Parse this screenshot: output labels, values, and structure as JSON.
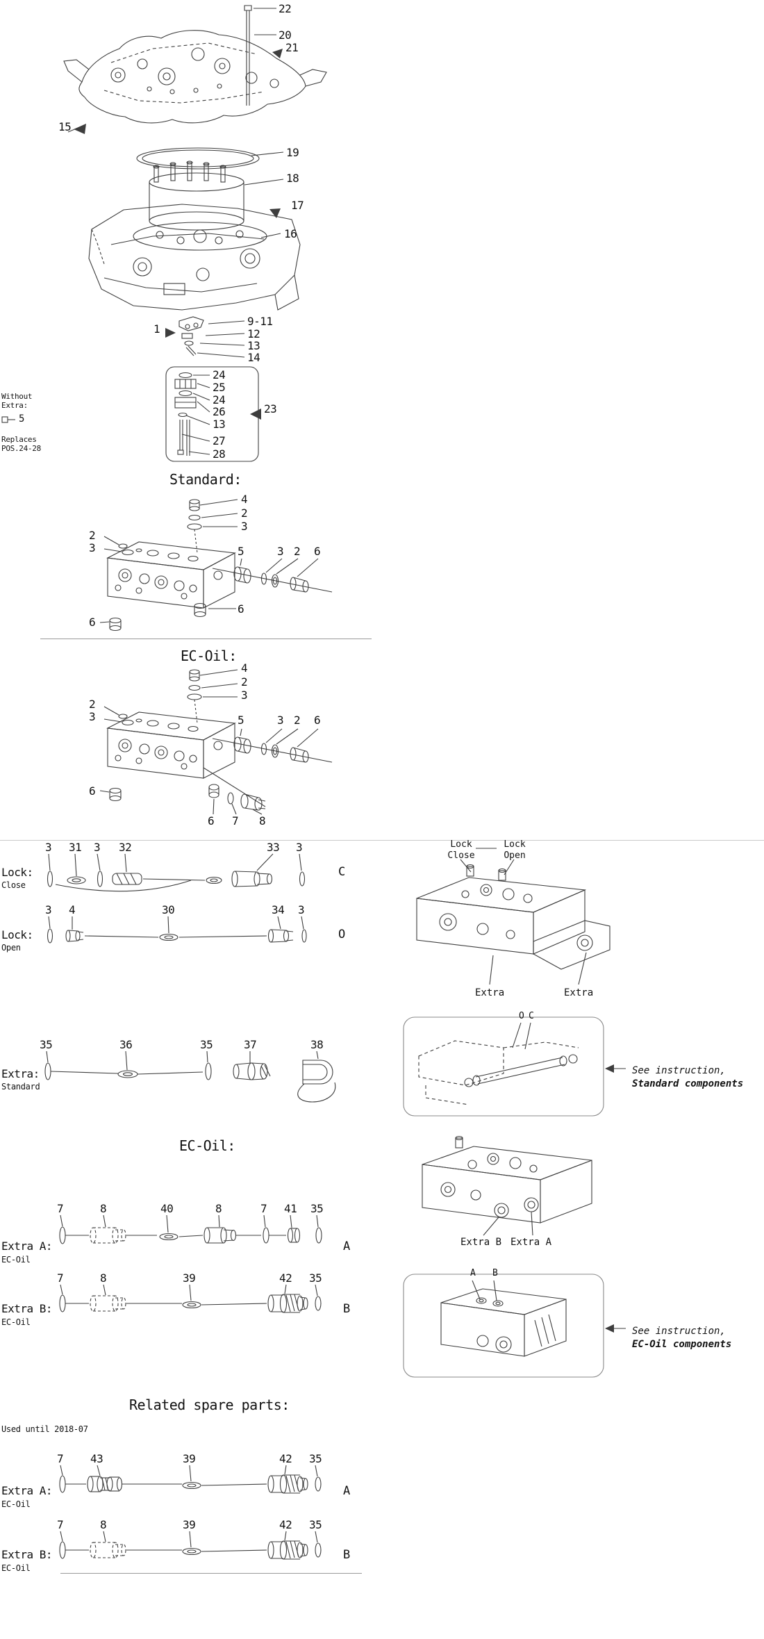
{
  "colors": {
    "line": "#3d3d3d",
    "text": "#111111",
    "divider_dark": "#9a9a9a",
    "divider_light": "#c9c9c9"
  },
  "top": {
    "callouts": [
      "22",
      "20",
      "21",
      "19",
      "18",
      "17",
      "16",
      "15",
      "1",
      "9-11",
      "12",
      "13",
      "14"
    ],
    "box_callouts": [
      "24",
      "25",
      "24",
      "26",
      "23",
      "13",
      "27",
      "28"
    ],
    "without_extra": {
      "line1": "Without",
      "line2": "Extra:",
      "value": "5"
    },
    "replaces": {
      "line1": "Replaces",
      "line2": "POS.24-28"
    }
  },
  "standard": {
    "title": "Standard:",
    "callouts": [
      "4",
      "2",
      "3",
      "2",
      "3",
      "5",
      "3",
      "2",
      "6",
      "6",
      "6"
    ]
  },
  "ecoil": {
    "title": "EC-Oil:",
    "callouts": [
      "4",
      "2",
      "3",
      "2",
      "3",
      "5",
      "3",
      "2",
      "6",
      "6",
      "6",
      "7",
      "8"
    ]
  },
  "lock_close": {
    "label": "Lock:",
    "sublabel": "Close",
    "letter": "C",
    "callouts": [
      "3",
      "31",
      "3",
      "32",
      "33",
      "3"
    ]
  },
  "lock_open": {
    "label": "Lock:",
    "sublabel": "Open",
    "letter": "O",
    "callouts": [
      "3",
      "4",
      "30",
      "34",
      "3"
    ]
  },
  "lock_diagram": {
    "close": {
      "line1": "Lock",
      "line2": "Close"
    },
    "open": {
      "line1": "Lock",
      "line2": "Open"
    },
    "extra_left": "Extra",
    "extra_right": "Extra"
  },
  "extra_standard": {
    "label": "Extra:",
    "sublabel": "Standard",
    "callouts": [
      "35",
      "36",
      "35",
      "37",
      "38"
    ]
  },
  "standard_instruction": {
    "port_o": "O",
    "port_c": "C",
    "line1": "See instruction,",
    "line2": "Standard components"
  },
  "ecoil_heading": "EC-Oil:",
  "extra_a": {
    "label": "Extra A:",
    "sublabel": "EC-Oil",
    "letter": "A",
    "callouts": [
      "7",
      "8",
      "40",
      "8",
      "7",
      "41",
      "35"
    ]
  },
  "extra_b": {
    "label": "Extra B:",
    "sublabel": "EC-Oil",
    "letter": "B",
    "callouts": [
      "7",
      "8",
      "39",
      "42",
      "35"
    ]
  },
  "ecoil_diagram": {
    "extra_b": "Extra B",
    "extra_a": "Extra A"
  },
  "ecoil_instruction": {
    "port_a": "A",
    "port_b": "B",
    "line1": "See instruction,",
    "line2": "EC-Oil components"
  },
  "related": {
    "title": "Related spare parts:",
    "used_until": "Used until 2018-07",
    "extra_a": {
      "label": "Extra A:",
      "sublabel": "EC-Oil",
      "letter": "A",
      "callouts": [
        "7",
        "43",
        "39",
        "42",
        "35"
      ]
    },
    "extra_b": {
      "label": "Extra B:",
      "sublabel": "EC-Oil",
      "letter": "B",
      "callouts": [
        "7",
        "8",
        "39",
        "42",
        "35"
      ]
    }
  }
}
